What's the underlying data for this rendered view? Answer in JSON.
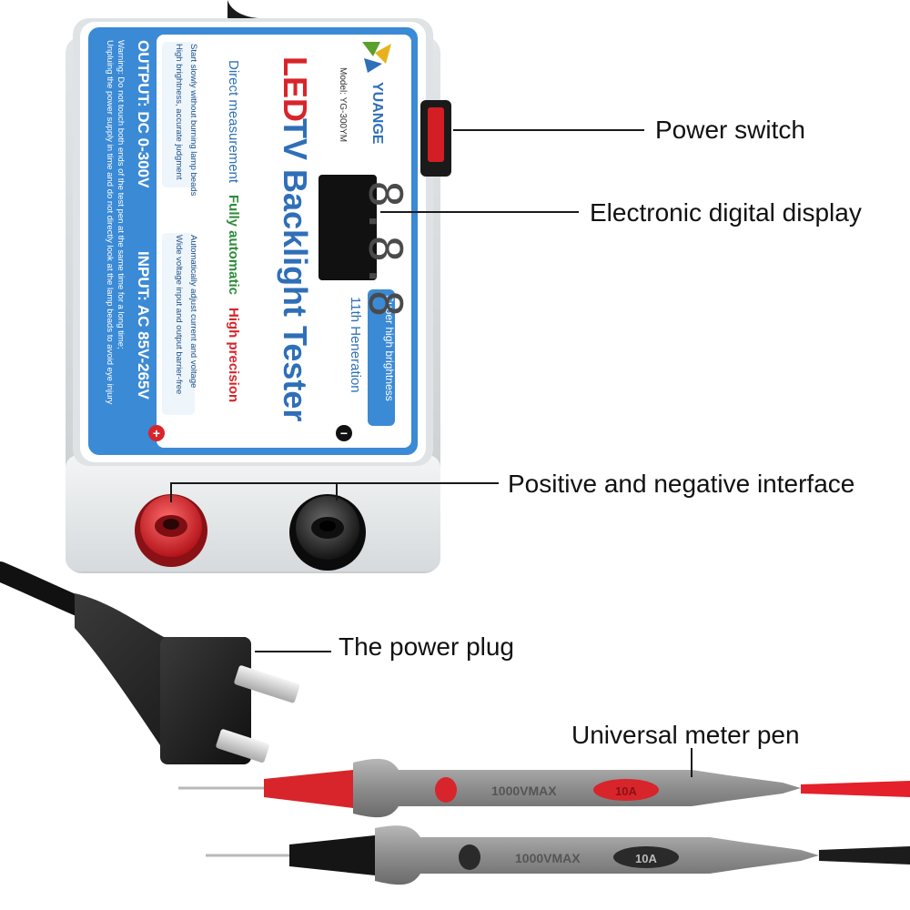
{
  "callouts": {
    "power_switch": "Power switch",
    "digital_display": "Electronic digital display",
    "interface": "Positive and negative interface",
    "power_plug": "The power plug",
    "meter_pen": "Universal meter pen"
  },
  "device": {
    "brand": "YUANGE",
    "model": "Model: YG-300YM",
    "title_led": "LED",
    "title_rest": "TV Backlight Tester",
    "subtitle": "11th Heneration",
    "badge": "Super high brightness",
    "display_digits": "8.8.8",
    "feature_direct": "Direct measurement",
    "feature_auto": "Fully automatic",
    "feature_precision": "High precision",
    "bullet_1": "Start slowly without burning lamp beads",
    "bullet_2": "High brightness, accurate judgment",
    "bullet_3": "Automatically adjust current and voltage",
    "bullet_4": "Wide voltage input and output barrier-free",
    "output": "OUTPUT: DC 0-300V",
    "input": "INPUT: AC 85V-265V",
    "warning_1": "Warning: Do not touch both ends of the test pen at the same time for a long time;",
    "warning_2": "Unpluing the power supply in time and do not directly look at the lamp beads to avoid eye injury",
    "minus_sign": "−",
    "plus_sign": "+"
  },
  "probes": {
    "rating": "1000VMAX",
    "current_red": "10A",
    "current_black": "10A"
  },
  "colors": {
    "device_body": "#e8ecee",
    "panel_blue": "#3b8ad6",
    "panel_label": "#eef6fc",
    "red_accent": "#d7252b",
    "green_accent": "#2e8b3a",
    "display_bg": "#111111",
    "probe_gray": "#8e8e8e"
  }
}
